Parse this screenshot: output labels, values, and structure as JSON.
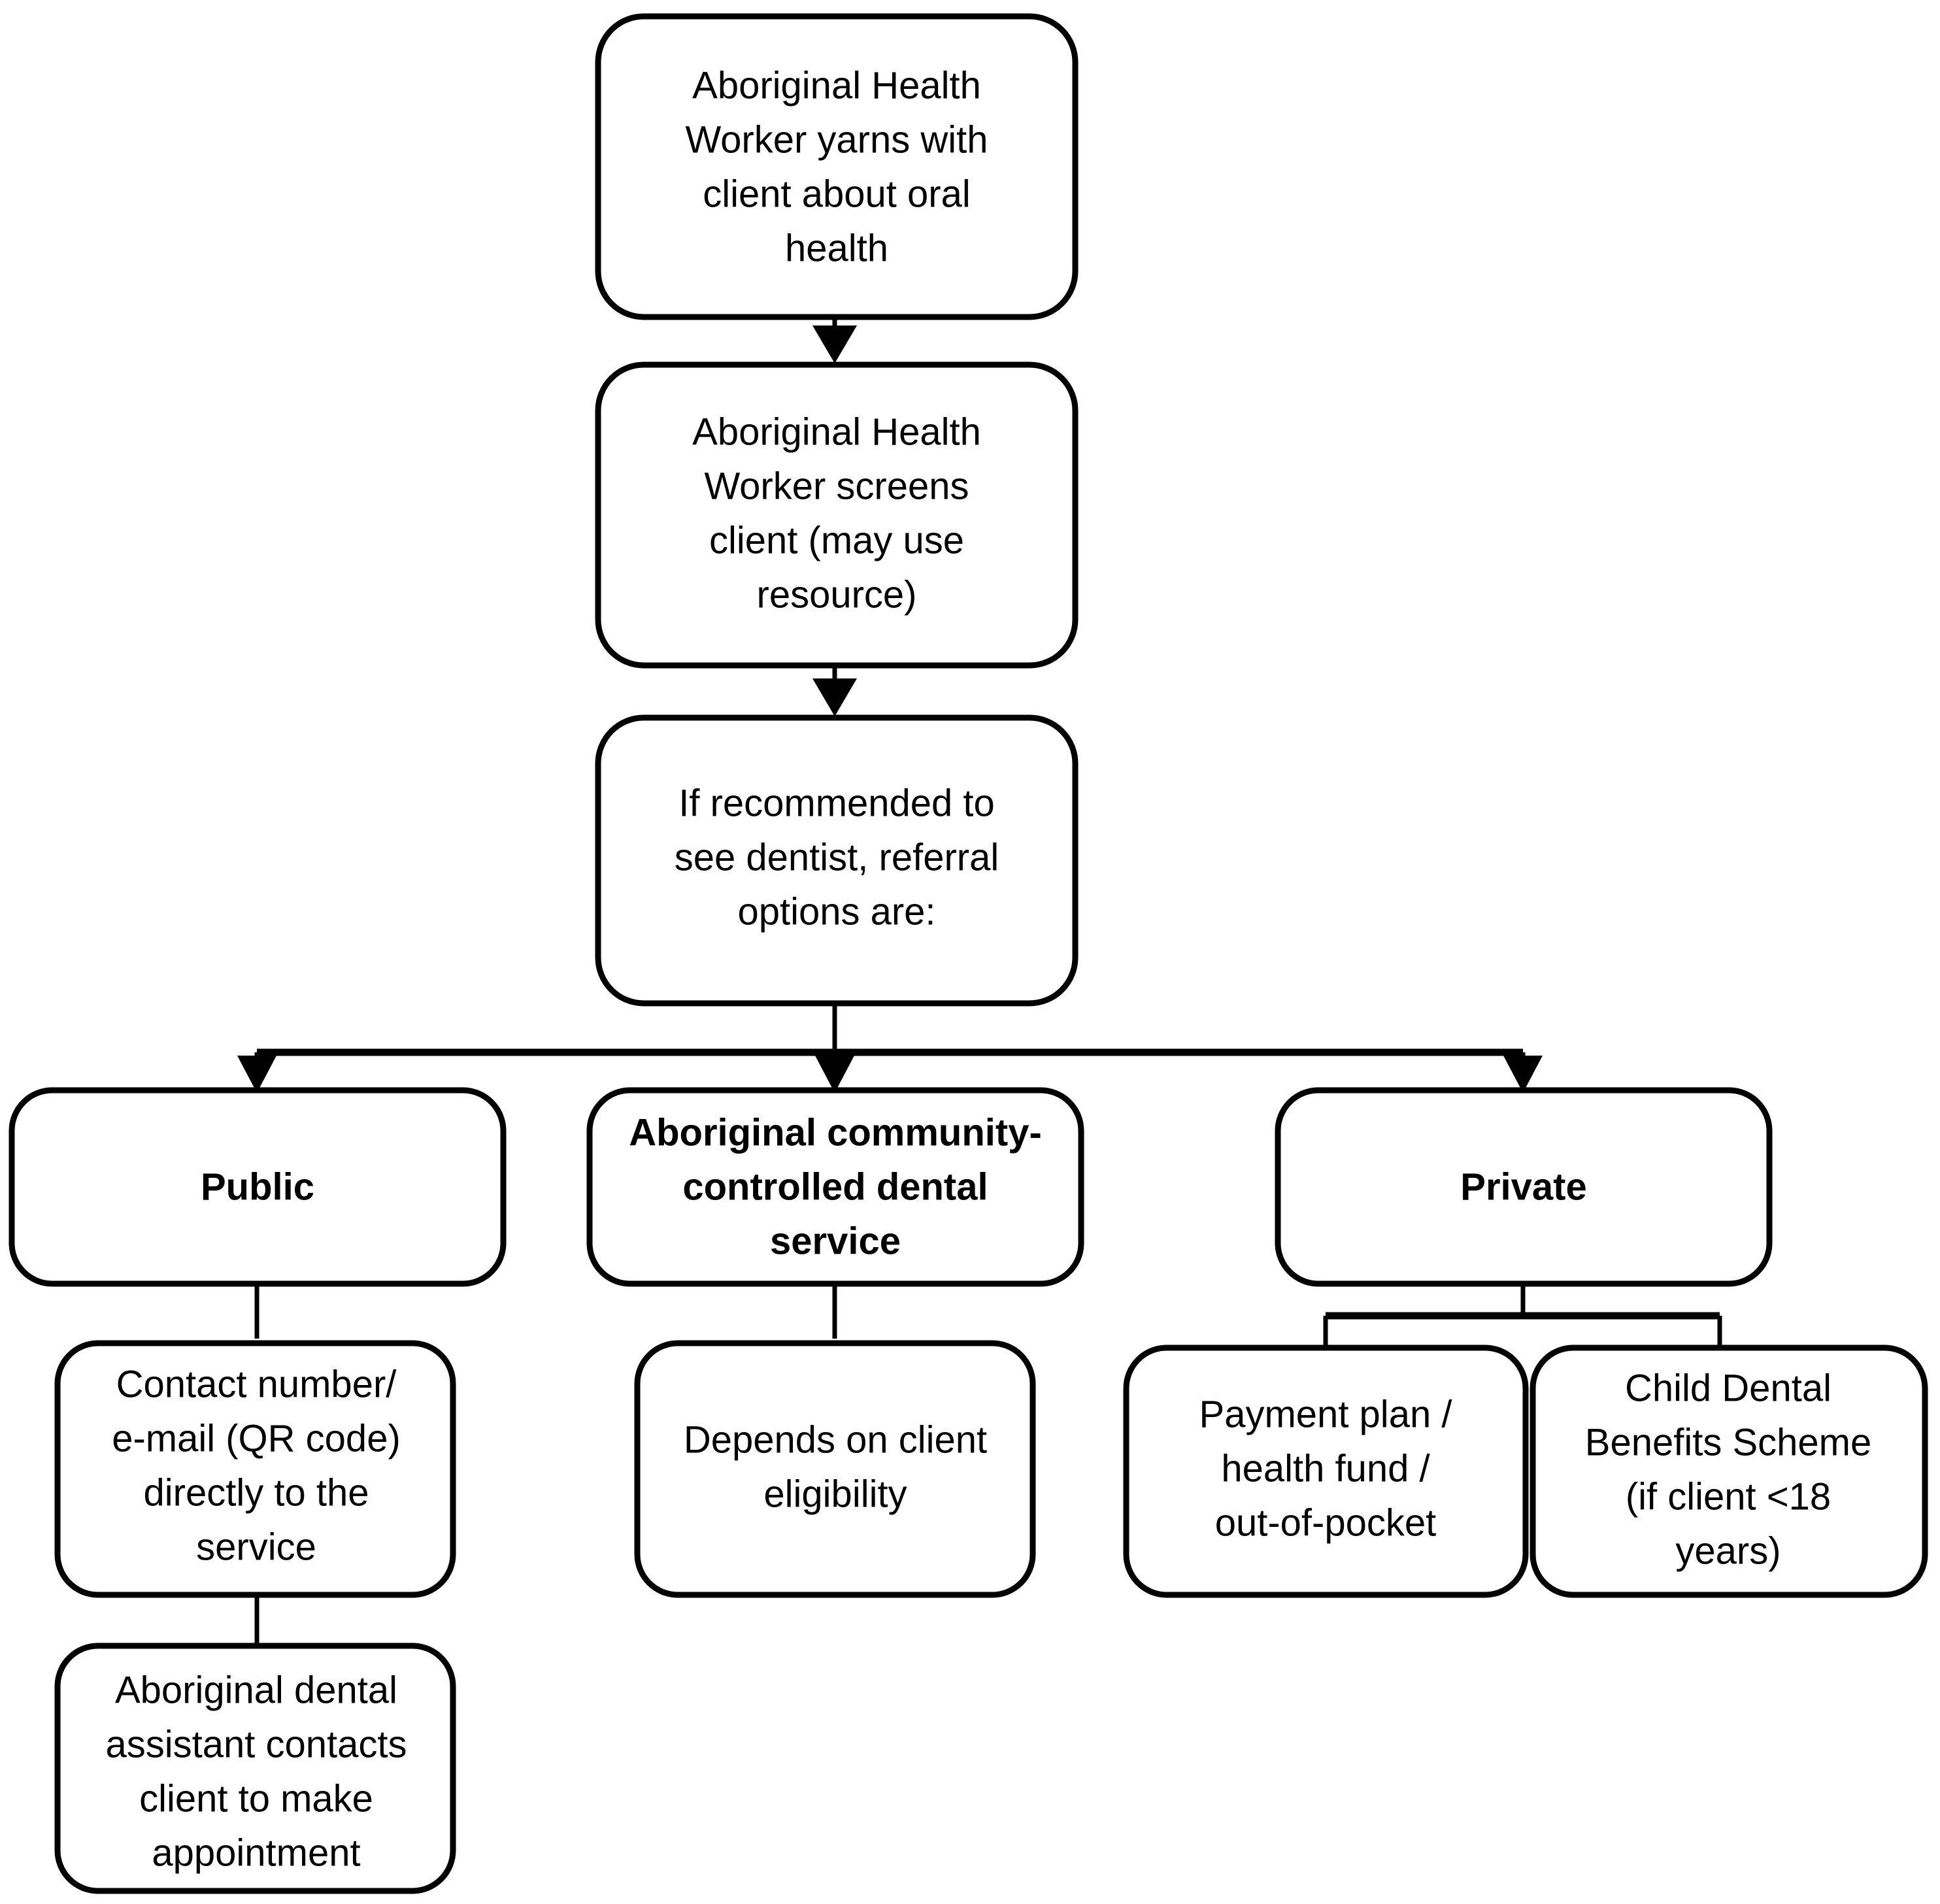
{
  "diagram": {
    "type": "flowchart",
    "title": "Oral health referral pathway flowchart",
    "orientation": "top-down",
    "colors": {
      "background": "#ffffff",
      "box_fill": "#ffffff",
      "box_stroke": "#000000",
      "connector": "#000000",
      "text": "#000000"
    },
    "nodes": [
      {
        "id": "yarn",
        "label": "Aboriginal Health Worker yarns with client about oral health",
        "lines": [
          "Aboriginal Health",
          "Worker yarns with",
          "client about oral",
          "health"
        ],
        "bold": false
      },
      {
        "id": "screen",
        "label": "Aboriginal Health Worker screens client (may use resource)",
        "lines": [
          "Aboriginal Health",
          "Worker screens",
          "client (may use",
          "resource)"
        ],
        "bold": false
      },
      {
        "id": "referral",
        "label": "If recommended to see dentist, referral options are:",
        "lines": [
          "If recommended to",
          "see dentist, referral",
          "options are:"
        ],
        "bold": false
      },
      {
        "id": "public",
        "label": "Public",
        "lines": [
          "Public"
        ],
        "bold": true
      },
      {
        "id": "accds",
        "label": "Aboriginal community-controlled dental service",
        "lines": [
          "Aboriginal community-",
          "controlled dental",
          "service"
        ],
        "bold": true
      },
      {
        "id": "private",
        "label": "Private",
        "lines": [
          "Private"
        ],
        "bold": true
      },
      {
        "id": "contact",
        "label": "Contact number/ e-mail (QR code) directly to the service",
        "lines": [
          "Contact number/",
          "e-mail (QR code)",
          "directly to the",
          "service"
        ],
        "bold": false
      },
      {
        "id": "assistant",
        "label": "Aboriginal dental assistant contacts client to make appointment",
        "lines": [
          "Aboriginal dental",
          "assistant contacts",
          "client to make",
          "appointment"
        ],
        "bold": false
      },
      {
        "id": "eligibility",
        "label": "Depends on client eligibility",
        "lines": [
          "Depends on client",
          "eligibility"
        ],
        "bold": false
      },
      {
        "id": "payment",
        "label": "Payment plan / health fund / out-of-pocket",
        "lines": [
          "Payment plan /",
          "health fund /",
          "out-of-pocket"
        ],
        "bold": false
      },
      {
        "id": "cdbs",
        "label": "Child Dental Benefits Scheme (if client <18 years)",
        "lines": [
          "Child Dental",
          "Benefits Scheme",
          "(if client <18",
          "years)"
        ],
        "bold": false
      }
    ],
    "edges": [
      {
        "from": "yarn",
        "to": "screen",
        "arrow": true
      },
      {
        "from": "screen",
        "to": "referral",
        "arrow": true
      },
      {
        "from": "referral",
        "to": "public",
        "arrow": true
      },
      {
        "from": "referral",
        "to": "accds",
        "arrow": true
      },
      {
        "from": "referral",
        "to": "private",
        "arrow": true
      },
      {
        "from": "public",
        "to": "contact",
        "arrow": false
      },
      {
        "from": "contact",
        "to": "assistant",
        "arrow": false
      },
      {
        "from": "accds",
        "to": "eligibility",
        "arrow": false
      },
      {
        "from": "private",
        "to": "payment",
        "arrow": false
      },
      {
        "from": "private",
        "to": "cdbs",
        "arrow": false
      }
    ]
  }
}
